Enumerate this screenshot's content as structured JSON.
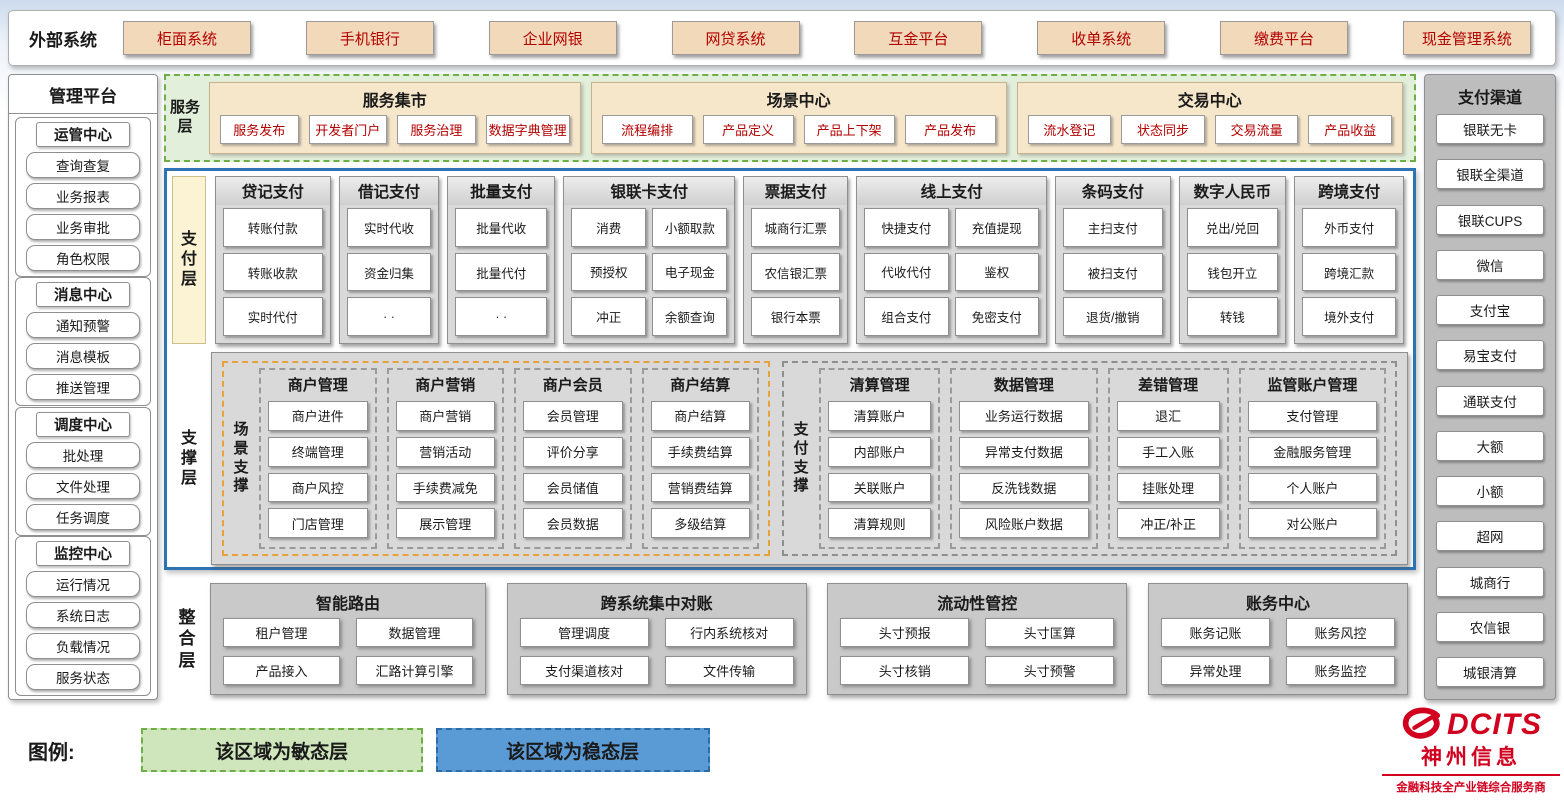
{
  "external": {
    "label": "外部系统",
    "systems": [
      "柜面系统",
      "手机银行",
      "企业网银",
      "网贷系统",
      "互金平台",
      "收单系统",
      "缴费平台",
      "现金管理系统"
    ]
  },
  "management": {
    "title": "管理平台",
    "sections": [
      {
        "title": "运管中心",
        "items": [
          "查询查复",
          "业务报表",
          "业务审批",
          "角色权限"
        ]
      },
      {
        "title": "消息中心",
        "items": [
          "通知预警",
          "消息模板",
          "推送管理"
        ]
      },
      {
        "title": "调度中心",
        "items": [
          "批处理",
          "文件处理",
          "任务调度"
        ]
      },
      {
        "title": "监控中心",
        "items": [
          "运行情况",
          "系统日志",
          "负载情况",
          "服务状态"
        ]
      }
    ]
  },
  "service_layer": {
    "label": "服务层",
    "groups": [
      {
        "title": "服务集市",
        "items": [
          "服务发布",
          "开发者门户",
          "服务治理",
          "数据字典管理"
        ]
      },
      {
        "title": "场景中心",
        "items": [
          "流程编排",
          "产品定义",
          "产品上下架",
          "产品发布"
        ]
      },
      {
        "title": "交易中心",
        "items": [
          "流水登记",
          "状态同步",
          "交易流量",
          "产品收益"
        ]
      }
    ]
  },
  "payment_layer": {
    "label": "支付层",
    "columns": [
      {
        "title": "贷记支付",
        "items": [
          "转账付款",
          "转账收款",
          "实时代付"
        ]
      },
      {
        "title": "借记支付",
        "items": [
          "实时代收",
          "资金归集",
          "· ·"
        ]
      },
      {
        "title": "批量支付",
        "items": [
          "批量代收",
          "批量代付",
          "· ·"
        ]
      },
      {
        "title": "银联卡支付",
        "items": [
          "消费",
          "小额取款",
          "预授权",
          "电子现金",
          "冲正",
          "余额查询"
        ]
      },
      {
        "title": "票据支付",
        "items": [
          "城商行汇票",
          "农信银汇票",
          "银行本票"
        ]
      },
      {
        "title": "线上支付",
        "items": [
          "快捷支付",
          "充值提现",
          "代收代付",
          "鉴权",
          "组合支付",
          "免密支付"
        ]
      },
      {
        "title": "条码支付",
        "items": [
          "主扫支付",
          "被扫支付",
          "退货/撤销"
        ]
      },
      {
        "title": "数字人民币",
        "items": [
          "兑出/兑回",
          "钱包开立",
          "转钱"
        ]
      },
      {
        "title": "跨境支付",
        "items": [
          "外币支付",
          "跨境汇款",
          "境外支付"
        ]
      }
    ]
  },
  "support_layer": {
    "label": "支撑层",
    "scene": {
      "label": "场景支撑",
      "groups": [
        {
          "title": "商户管理",
          "items": [
            "商户进件",
            "终端管理",
            "商户风控",
            "门店管理"
          ]
        },
        {
          "title": "商户营销",
          "items": [
            "商户营销",
            "营销活动",
            "手续费减免",
            "展示管理"
          ]
        },
        {
          "title": "商户会员",
          "items": [
            "会员管理",
            "评价分享",
            "会员储值",
            "会员数据"
          ]
        },
        {
          "title": "商户结算",
          "items": [
            "商户结算",
            "手续费结算",
            "营销费结算",
            "多级结算"
          ]
        }
      ]
    },
    "payment": {
      "label": "支付支撑",
      "groups": [
        {
          "title": "清算管理",
          "items": [
            "清算账户",
            "内部账户",
            "关联账户",
            "清算规则"
          ]
        },
        {
          "title": "数据管理",
          "items": [
            "业务运行数据",
            "异常支付数据",
            "反洗钱数据",
            "风险账户数据"
          ]
        },
        {
          "title": "差错管理",
          "items": [
            "退汇",
            "手工入账",
            "挂账处理",
            "冲正/补正"
          ]
        },
        {
          "title": "监管账户管理",
          "items": [
            "支付管理",
            "金融服务管理",
            "个人账户",
            "对公账户"
          ]
        }
      ]
    }
  },
  "integration_layer": {
    "label": "整合层",
    "groups": [
      {
        "title": "智能路由",
        "items": [
          "租户管理",
          "数据管理",
          "产品接入",
          "汇路计算引擎"
        ]
      },
      {
        "title": "跨系统集中对账",
        "items": [
          "管理调度",
          "行内系统核对",
          "支付渠道核对",
          "文件传输"
        ]
      },
      {
        "title": "流动性管控",
        "items": [
          "头寸预报",
          "头寸匡算",
          "头寸核销",
          "头寸预警"
        ]
      },
      {
        "title": "账务中心",
        "items": [
          "账务记账",
          "账务风控",
          "异常处理",
          "账务监控"
        ]
      }
    ]
  },
  "channels": {
    "title": "支付渠道",
    "items": [
      "银联无卡",
      "银联全渠道",
      "银联CUPS",
      "微信",
      "支付宝",
      "易宝支付",
      "通联支付",
      "大额",
      "小额",
      "超网",
      "城商行",
      "农信银",
      "城银清算"
    ]
  },
  "legend": {
    "label": "图例:",
    "agile": "该区域为敏态层",
    "stable": "该区域为稳态层"
  },
  "logo": {
    "name": "DCITS",
    "company": "神州信息",
    "slogan": "金融科技全产业链综合服务商"
  },
  "colors": {
    "red_text": "#b30000",
    "agile_green_bg": "#e2efda",
    "agile_green_border": "#6fad47",
    "stable_blue_border": "#2e74b5",
    "stable_blue_fill": "#5b9bd5",
    "tan_box": "#f2d9b9",
    "cream_label": "#fbf3d4",
    "gray_panel": "#d9d9d9",
    "orange_dashed": "#e8a23c",
    "logo_red": "#d0001e"
  }
}
